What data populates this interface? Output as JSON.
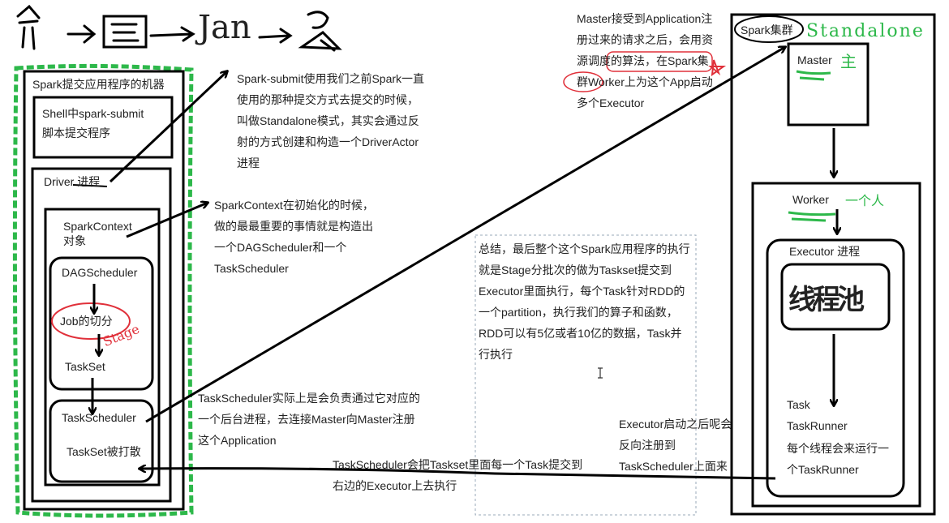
{
  "title_hand": "Jan",
  "left_machine": {
    "title": "Spark提交应用程序的机器",
    "shell_box": "Shell中spark-submit\n脚本提交程序",
    "driver": "Driver 进程",
    "spark_context": "SparkContext\n对象",
    "dag_scheduler": "DAGScheduler",
    "job_split": "Job的切分",
    "stage_hand": "Stage",
    "taskset": "TaskSet",
    "task_scheduler": "TaskScheduler",
    "taskset_scattered": "TaskSet被打散"
  },
  "notes": {
    "spark_submit": "Spark-submit使用我们之前Spark一直使用的那种提交方式去提交的时候，叫做Standalone模式，其实会通过反射的方式创建和构造一个DriverActor进程",
    "spark_context": "SparkContext在初始化的时候，做的最最重要的事情就是构造出一个DAGScheduler和一个TaskScheduler",
    "master_register": "Master接受到Application注册过来的请求之后，会用资源调度的算法，在Spark集群Worker上为这个App启动多个Executor",
    "summary": "总结，最后整个这个Spark应用程序的执行就是Stage分批次的做为Taskset提交到Executor里面执行，每个Task针对RDD的一个partition，执行我们的算子和函数，RDD可以有5亿或者10亿的数据，Task并行执行",
    "task_scheduler": "TaskScheduler实际上是会负责通过它对应的一个后台进程，去连接Master向Master注册这个Application",
    "executor_register": "Executor启动之后呢会反向注册到TaskScheduler上面来",
    "taskset_submit": "TaskScheduler会把Taskset里面每一个Task提交到右边的Executor上去执行"
  },
  "cluster": {
    "title": "Spark集群",
    "mode_hand": "Standalone",
    "master": "Master",
    "master_hand": "主",
    "worker": "Worker",
    "worker_hand": "一个人",
    "executor": "Executor 进程",
    "thread_pool_hand": "线程池",
    "task_lines": [
      "Task",
      "TaskRunner",
      "每个线程会来运行一",
      "个TaskRunner"
    ]
  },
  "colors": {
    "ink": "#000000",
    "green": "#2db84a",
    "red": "#e0303a",
    "dashed": "#9aa9b8",
    "text": "#222222"
  }
}
